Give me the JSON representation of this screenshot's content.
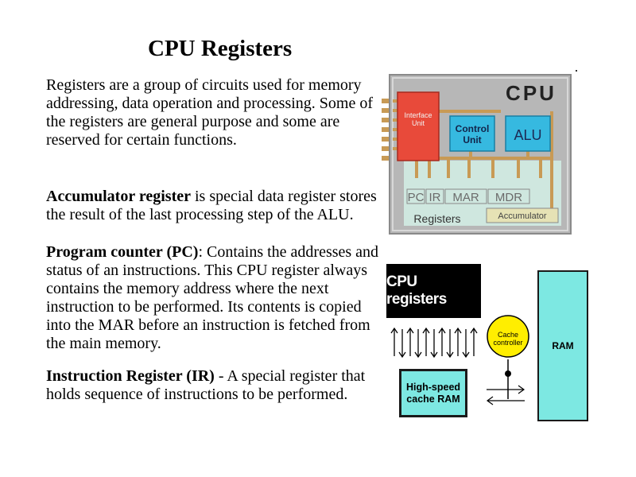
{
  "title": "CPU Registers",
  "paragraphs": [
    {
      "bold": "",
      "text": "Registers are a group of circuits used for memory addressing, data operation and processing. Some of the registers are general purpose and some are reserved for certain functions."
    },
    {
      "bold": "Accumulator register",
      "text": " is special data register stores the result of the last processing step of the ALU."
    },
    {
      "bold": "Program counter (PC)",
      "text": ": Contains the addresses and status of an instructions. This CPU register always contains the memory address where the next instruction to be performed. Its contents is copied into the MAR before an instruction is fetched from the main memory."
    },
    {
      "bold": "Instruction Register (IR)",
      "text": " - A special register that holds sequence of instructions to be performed."
    }
  ],
  "cpu_diagram": {
    "chip_label": "CPU",
    "interface_unit": "Interface\nUnit",
    "control_unit": "Control\nUnit",
    "alu": "ALU",
    "registers_label": "Registers",
    "registers": [
      "PC",
      "IR",
      "MAR",
      "MDR"
    ],
    "accumulator": "Accumulator",
    "colors": {
      "chip": "#b7b7b7",
      "interface_unit": "#e84a3a",
      "control_unit": "#36b9e0",
      "registers_bg": "#cfe7df",
      "bus": "#c89a55"
    }
  },
  "memory_diagram": {
    "cpu_registers": "CPU registers",
    "cache_ram": "High-speed\ncache RAM",
    "cache_controller": "Cache\ncontroller",
    "ram": "RAM",
    "colors": {
      "memory_box": "#7de8e2",
      "controller": "#ffee00"
    }
  }
}
